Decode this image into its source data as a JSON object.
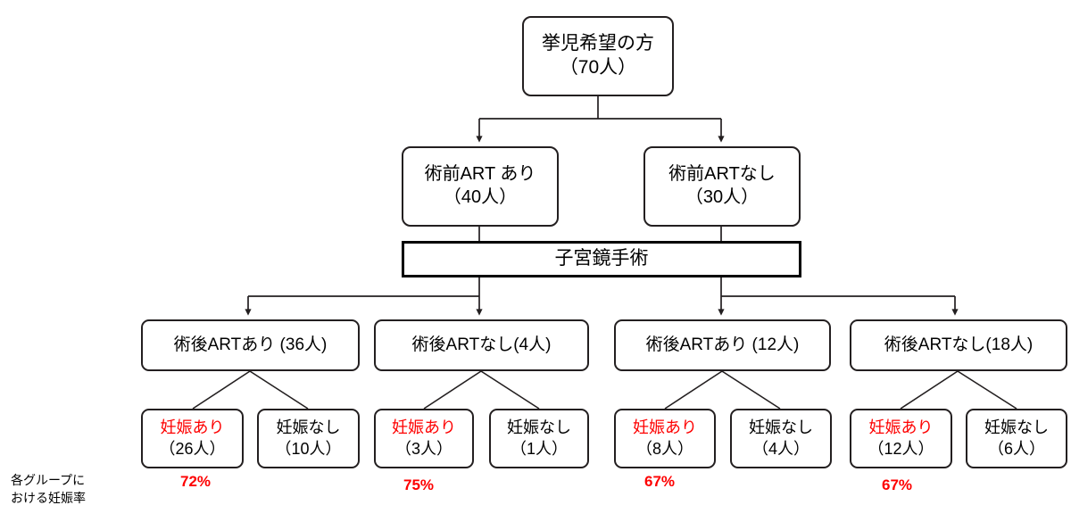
{
  "diagram": {
    "title_text": "挙児希望の方",
    "caption": {
      "line1": "各グループに",
      "line2": "おける妊娠率"
    },
    "colors": {
      "highlight": "#fe0000",
      "stroke": "#231f20",
      "surgery_stroke": "#000000",
      "background": "#ffffff"
    },
    "root": {
      "label": "挙児希望の方",
      "count": "（70人）"
    },
    "level2": [
      {
        "label": "術前ART あり",
        "count": "（40人）"
      },
      {
        "label": "術前ARTなし",
        "count": "（30人）"
      }
    ],
    "surgery": {
      "label": "子宮鏡手術"
    },
    "level3": [
      {
        "label": "術後ARTあり (36人)"
      },
      {
        "label": "術後ARTなし(4人)"
      },
      {
        "label": "術後ARTあり (12人)"
      },
      {
        "label": "術後ARTなし(18人)"
      }
    ],
    "leaves": [
      {
        "label": "妊娠あり",
        "count": "（26人）",
        "highlighted": true
      },
      {
        "label": "妊娠なし",
        "count": "（10人）",
        "highlighted": false
      },
      {
        "label": "妊娠あり",
        "count": "（3人）",
        "highlighted": true
      },
      {
        "label": "妊娠なし",
        "count": "（1人）",
        "highlighted": false
      },
      {
        "label": "妊娠あり",
        "count": "（8人）",
        "highlighted": true
      },
      {
        "label": "妊娠なし",
        "count": "（4人）",
        "highlighted": false
      },
      {
        "label": "妊娠あり",
        "count": "（12人）",
        "highlighted": true
      },
      {
        "label": "妊娠なし",
        "count": "（6人）",
        "highlighted": false
      }
    ],
    "percentages": [
      {
        "value": "72%"
      },
      {
        "value": "75%"
      },
      {
        "value": "67%"
      },
      {
        "value": "67%"
      }
    ]
  }
}
